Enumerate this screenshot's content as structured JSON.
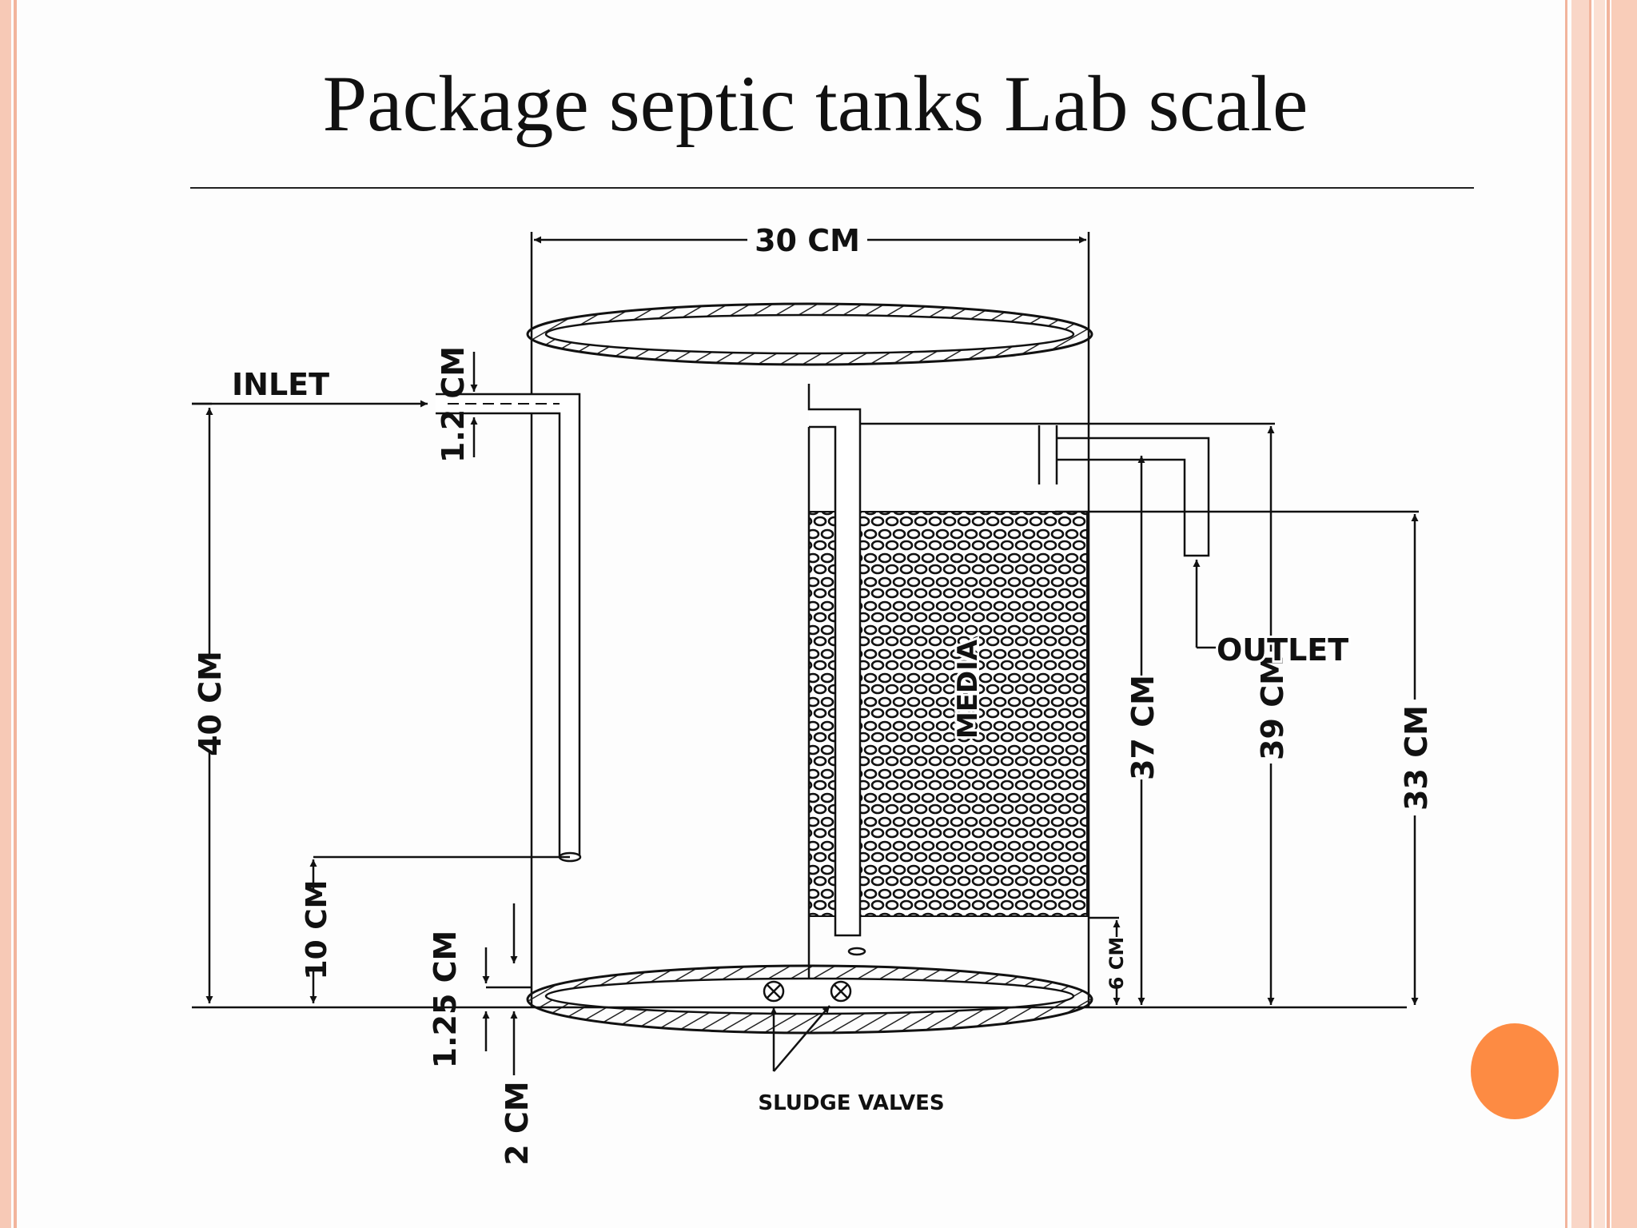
{
  "slide": {
    "title": "Package septic tanks Lab scale"
  },
  "diagram": {
    "dimensions": {
      "width": "30 CM",
      "inlet_pipe": "1.2 CM",
      "total_height": "40 CM",
      "inlet_bottom": "10 CM",
      "base_thickness": "1.25 CM",
      "base_offset": "2 CM",
      "media_bottom": "6 CM",
      "media_top": "37 CM",
      "outlet_height": "39 CM",
      "media_height": "33 CM"
    },
    "labels": {
      "inlet": "INLET",
      "outlet": "OUTLET",
      "media": "MEDIA",
      "sludge_valves": "SLUDGE VALVES"
    }
  },
  "colors": {
    "accent": "#fd8b43",
    "border": "#f7c9b6"
  }
}
